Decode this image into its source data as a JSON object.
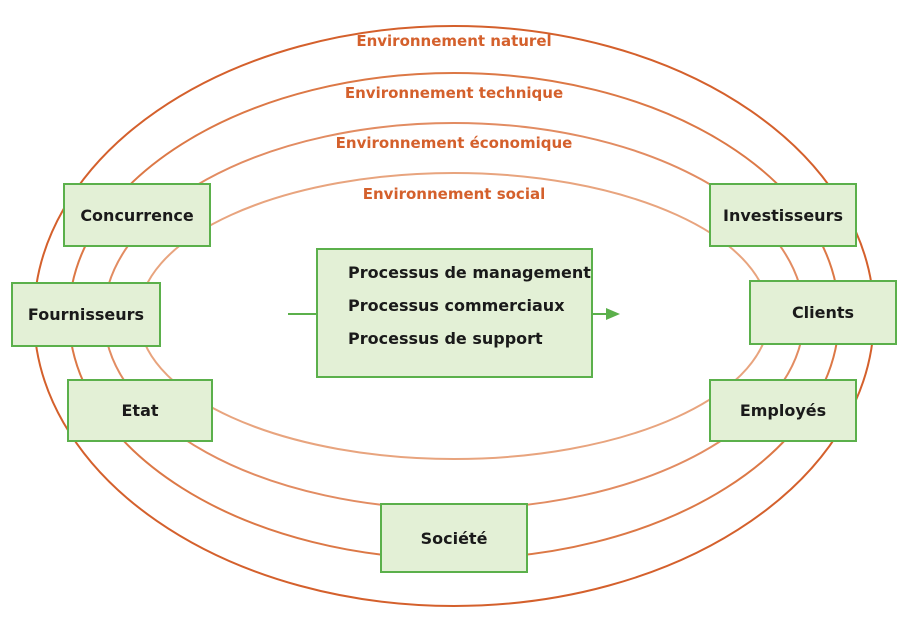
{
  "colors": {
    "ring_outer": "#d4602c",
    "ring_inner": "#e8a47e",
    "box_fill": "#e3f0d6",
    "box_border": "#5bb04b",
    "arrow": "#5bb04b",
    "label_text": "#d4602c"
  },
  "environments": {
    "naturel": "Environnement naturel",
    "technique": "Environnement technique",
    "economique": "Environnement économique",
    "social": "Environnement social"
  },
  "stakeholders": {
    "concurrence": "Concurrence",
    "fournisseurs": "Fournisseurs",
    "etat": "Etat",
    "investisseurs": "Investisseurs",
    "clients": "Clients",
    "employes": "Employés",
    "societe": "Société"
  },
  "processes": [
    "Processus de management",
    "Processus commerciaux",
    "Processus de support"
  ]
}
